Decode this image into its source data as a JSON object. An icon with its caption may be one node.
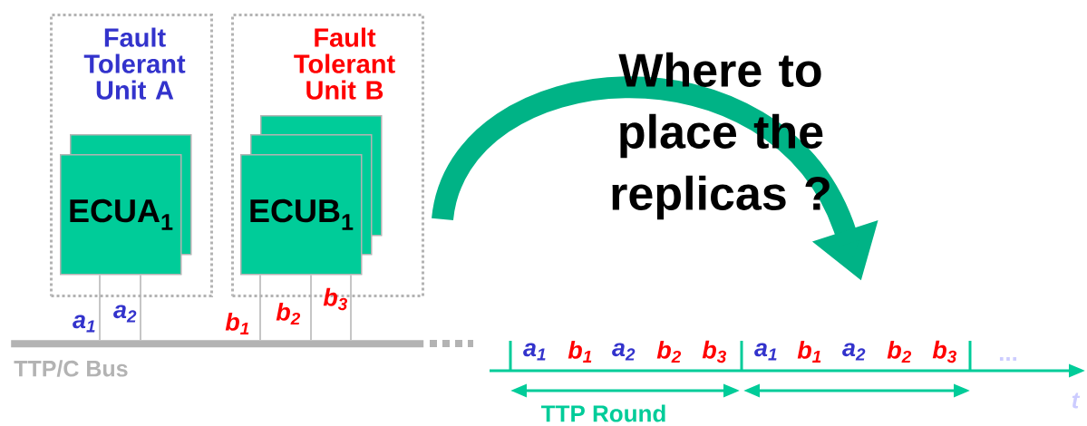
{
  "diagram": {
    "nodes": [
      {
        "text": [
          "Fault Tolerant Unit A"
        ]
      },
      {
        "text": [],
        "shape": "box",
        "in": 0
      },
      {
        "text": [
          "ECUA$_{1}$"
        ],
        "in": 0
      },
      {
        "text": [
          "Fault Tolerant Unit B"
        ]
      },
      {
        "text": [],
        "shape": "box",
        "in": 3
      },
      {
        "text": [],
        "shape": "box",
        "in": 3
      },
      {
        "text": [
          "ECUB$_{1}$"
        ],
        "in": 3
      },
      {
        "text": [
          "TTP/C Bus"
        ]
      }
    ],
    "edges": [
      {
        "from": 2,
        "to": 7,
        "arrow": "none",
        "label": "a$_{1}$"
      },
      {
        "from": 2,
        "to": 7,
        "arrow": "none",
        "label": "a$_{2}$"
      },
      {
        "from": 6,
        "to": 7,
        "arrow": "none",
        "label": "b$_{1}$"
      },
      {
        "from": 6,
        "to": 7,
        "arrow": "none",
        "label": "b$_{2}$"
      },
      {
        "from": 6,
        "to": 7,
        "arrow": "none",
        "label": "b$_{3}$"
      }
    ],
    "labels": [
      "Where to place the replicas ?",
      "a$_{1}$",
      "b$_{1}$",
      "a$_{2}$",
      "b$_{2}$",
      "b$_{3}$",
      "a$_{1}$",
      "b$_{1}$",
      "a$_{2}$",
      "b$_{2}$",
      "b$_{3}$",
      "...",
      "TTP Round",
      "t"
    ]
  }
}
